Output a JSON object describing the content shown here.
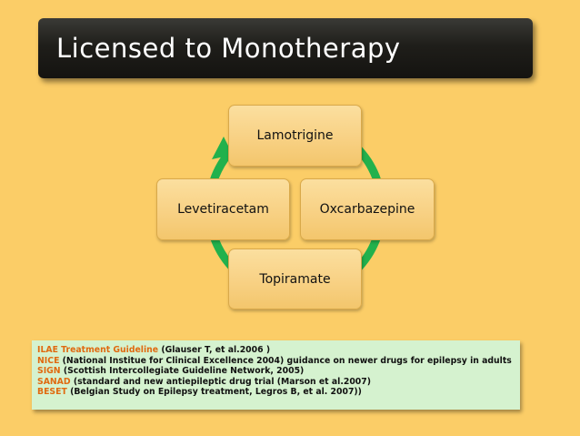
{
  "title": "Licensed to Monotherapy",
  "cycle": {
    "nodes": [
      {
        "label": "Lamotrigine"
      },
      {
        "label": "Oxcarbazepine"
      },
      {
        "label": "Topiramate"
      },
      {
        "label": "Levetiracetam"
      }
    ],
    "arrow_color": "#22b14c",
    "node_color": "#f8d184"
  },
  "references": [
    {
      "key": "ILAE Treatment Guideline",
      "text": " (Glauser T, et al.2006 )"
    },
    {
      "key": "NICE",
      "text": " (National Institue for Clinical Excellence  2004) guidance on newer drugs for epilepsy in adults"
    },
    {
      "key": "SIGN",
      "text": " (Scottish Intercollegiate Guideline Network, 2005)"
    },
    {
      "key": "SANAD",
      "text": " (standard and new antiepileptic drug trial (Marson et al.2007)"
    },
    {
      "key": "BESET",
      "text": " (Belgian Study on Epilepsy treatment, Legros B, et al. 2007))"
    }
  ],
  "colors": {
    "background": "#fbcd67",
    "title_bar": "#1f1e1a",
    "reference_box": "#d5f2cf",
    "reference_key": "#e06a10"
  }
}
